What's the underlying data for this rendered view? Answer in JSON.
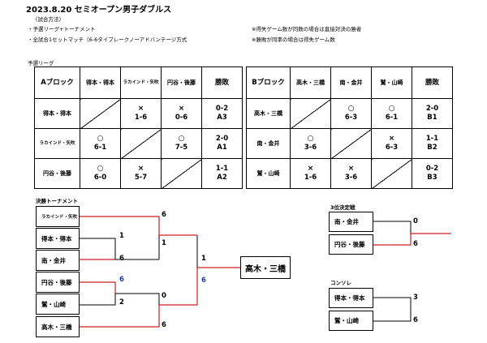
{
  "header": {
    "title": "2023.8.20 セミオープン男子ダブルス",
    "format_heading": "〈試合方法〉",
    "rule1": "・予選リーグ+トーナメント",
    "rule2": "・全試合1セットマッチ（6-6タイブレークノーアドバンテージ方式",
    "note1": "※得失ゲーム数が同数の場合は直接対決の勝者",
    "note2": "※勝敗が同率の場合は得失ゲーム数"
  },
  "league_label": "予選リーグ",
  "blockA": {
    "name": "Aブロック",
    "result_header": "勝敗",
    "teams": [
      "得本・得本",
      "ラカインド・矢吹",
      "円谷・後藤"
    ],
    "rows": [
      {
        "team": "得本・得本",
        "cells": [
          null,
          {
            "mark": "×",
            "score": "1-6"
          },
          {
            "mark": "×",
            "score": "0-6"
          }
        ],
        "record": "0-2",
        "rank": "A3"
      },
      {
        "team": "ラカインド・矢吹",
        "cells": [
          {
            "mark": "○",
            "score": "6-1"
          },
          null,
          {
            "mark": "○",
            "score": "7-5"
          }
        ],
        "record": "2-0",
        "rank": "A1"
      },
      {
        "team": "円谷・後藤",
        "cells": [
          {
            "mark": "○",
            "score": "6-0"
          },
          {
            "mark": "×",
            "score": "5-7"
          },
          null
        ],
        "record": "1-1",
        "rank": "A2"
      }
    ]
  },
  "blockB": {
    "name": "Bブロック",
    "result_header": "勝敗",
    "teams": [
      "高木・三橋",
      "南・金井",
      "鷲・山崎"
    ],
    "rows": [
      {
        "team": "高木・三橋",
        "cells": [
          null,
          {
            "mark": "○",
            "score": "6-3"
          },
          {
            "mark": "○",
            "score": "6-1"
          }
        ],
        "record": "2-0",
        "rank": "B1"
      },
      {
        "team": "南・金井",
        "cells": [
          {
            "mark": "○",
            "score": "3-6"
          },
          null,
          {
            "mark": "×",
            "score": "6-3"
          }
        ],
        "record": "1-1",
        "rank": "B2"
      },
      {
        "team": "鷲・山崎",
        "cells": [
          {
            "mark": "×",
            "score": "1-6"
          },
          {
            "mark": "×",
            "score": "3-6"
          },
          null
        ],
        "record": "0-2",
        "rank": "B3"
      }
    ]
  },
  "tournament": {
    "label": "決勝トーナメント",
    "teams": [
      "ラカインド・矢吹",
      "得本・得本",
      "南・金井",
      "円谷・後藤",
      "鷲・山崎",
      "高木・三橋"
    ],
    "scores": {
      "r1a_top": "1",
      "r1a_bottom": "6",
      "r1b_top": "6",
      "r1b_bottom": "2",
      "sf1_top": "6",
      "sf1_bottom": "1",
      "sf2_top": "0",
      "sf2_bottom": "6",
      "final_top": "1",
      "final_bottom": "6"
    },
    "champion": "高木・三橋",
    "colors": {
      "win_line": "#cc2222",
      "blue_score": "#1f3aa0"
    }
  },
  "third_place": {
    "label": "3位決定戦",
    "teams": [
      "南・金井",
      "円谷・後藤"
    ],
    "scores": [
      "0",
      "6"
    ]
  },
  "consolation": {
    "label": "コンソレ",
    "teams": [
      "得本・得本",
      "鷲・山崎"
    ],
    "scores": [
      "3",
      "6"
    ]
  }
}
